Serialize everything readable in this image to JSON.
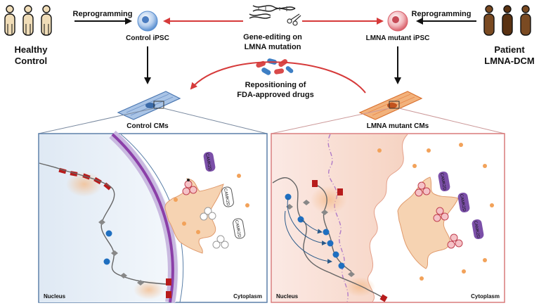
{
  "top": {
    "healthy_label_line1": "Healthy",
    "healthy_label_line2": "Control",
    "patient_label_line1": "Patient",
    "patient_label_line2": "LMNA-DCM",
    "reprogramming_left": "Reprogramming",
    "reprogramming_right": "Reprogramming",
    "control_ipsc": "Control iPSC",
    "mutant_ipsc": "LMNA mutant iPSC",
    "gene_editing_line1": "Gene-editing on",
    "gene_editing_line2": "LMNA mutation",
    "reposition_line1": "Repositioning of",
    "reposition_line2": "FDA-approved drugs",
    "control_cms": "Control CMs",
    "mutant_cms": "LMNA mutant CMs"
  },
  "panels": {
    "left_nucleus": "Nucleus",
    "left_cytoplasm": "Cytoplasm",
    "right_nucleus": "Nucleus",
    "right_cytoplasm": "Cytoplasm",
    "camk_label": "CAMK2D"
  },
  "colors": {
    "arrow_red": "#d63a3a",
    "ipsc_blue": "#5a8fd0",
    "ipsc_pink": "#e0707a",
    "cm_blue": "#6e93c8",
    "cm_orange": "#e8874a",
    "panel_left_border": "#5a7fa8",
    "panel_right_border": "#d97a7a",
    "lamina_purple": "#8b3fa8",
    "chromatin_red": "#b71c1c",
    "chromatin_blue": "#1f6fc0",
    "chromatin_grey": "#888888",
    "camk_purple": "#7b4fa8",
    "dot_orange": "#f2a25a"
  }
}
